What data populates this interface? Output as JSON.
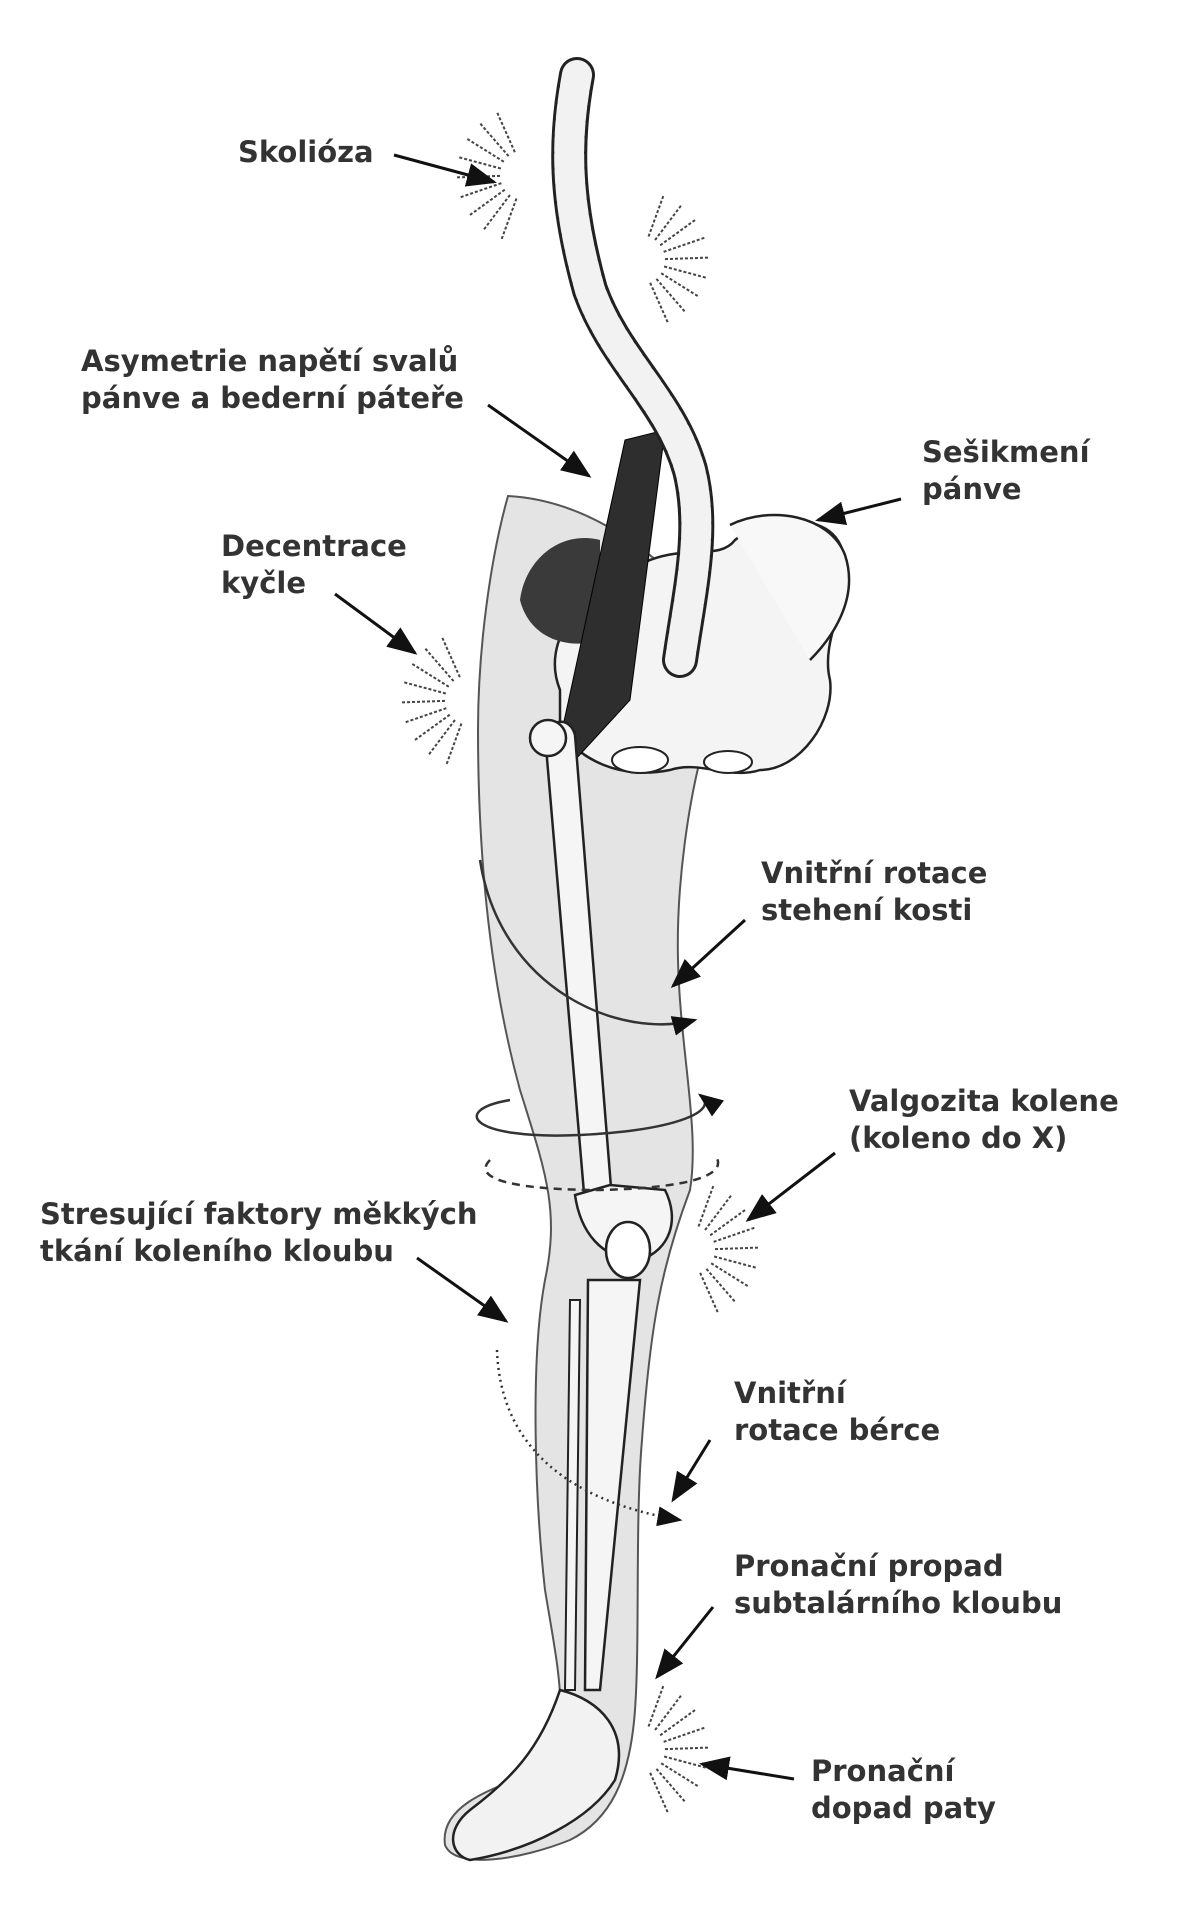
{
  "labels": {
    "skolioza": {
      "line1": "Skolióza"
    },
    "asymetrie": {
      "line1": "Asymetrie napětí svalů",
      "line2": "pánve a bederní páteře"
    },
    "sesikmeni": {
      "line1": "Sešikmení",
      "line2": "pánve"
    },
    "decentrace": {
      "line1": "Decentrace",
      "line2": "kyčle"
    },
    "rotace_stehna": {
      "line1": "Vnitřní rotace",
      "line2": "stehení kosti"
    },
    "valgozita": {
      "line1": "Valgozita kolene",
      "line2": "(koleno do X)"
    },
    "stresujici": {
      "line1": "Stresující faktory měkkých",
      "line2": "tkání koleního kloubu"
    },
    "rotace_berce": {
      "line1": "Vnitřní",
      "line2": "rotace bérce"
    },
    "propad": {
      "line1": "Pronační propad",
      "line2": "subtalárního kloubu"
    },
    "dopad": {
      "line1": "Pronační",
      "line2": "dopad paty"
    }
  },
  "colors": {
    "text": "#333333",
    "bone": "#f2f2f2",
    "skin": "#dcdcdc",
    "muscle": "#3a3a3a",
    "line": "#111111"
  }
}
